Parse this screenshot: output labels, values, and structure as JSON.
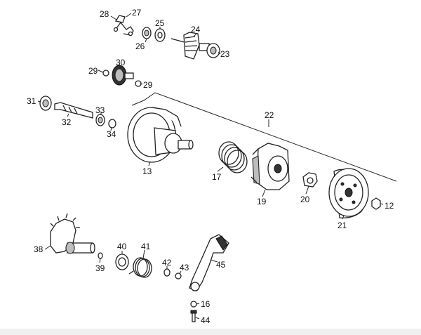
{
  "diagram": {
    "part_labels": {
      "p12": "12",
      "p13": "13",
      "p16": "16",
      "p17": "17",
      "p19": "19",
      "p20": "20",
      "p21": "21",
      "p22": "22",
      "p23": "23",
      "p24": "24",
      "p25": "25",
      "p26": "26",
      "p27": "27",
      "p28": "28",
      "p29a": "29",
      "p29b": "29",
      "p30": "30",
      "p31": "31",
      "p32": "32",
      "p33": "33",
      "p34": "34",
      "p38": "38",
      "p39": "39",
      "p40": "40",
      "p41": "41",
      "p42": "42",
      "p43": "43",
      "p44": "44",
      "p45": "45"
    }
  }
}
